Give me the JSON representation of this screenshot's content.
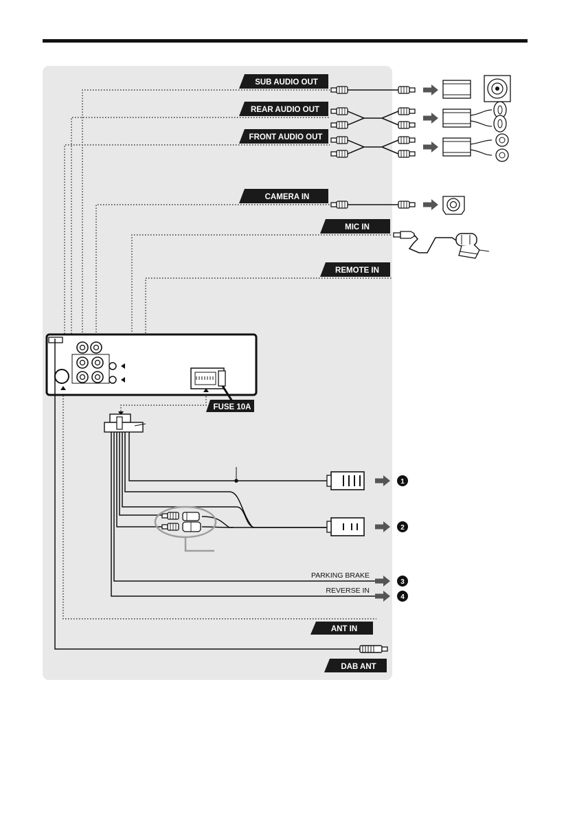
{
  "labels": {
    "sub_audio_out": "SUB AUDIO OUT",
    "rear_audio_out": "REAR AUDIO OUT",
    "front_audio_out": "FRONT AUDIO OUT",
    "camera_in": "CAMERA IN",
    "mic_in": "MIC IN",
    "remote_in": "REMOTE IN",
    "fuse": "FUSE 10A",
    "parking_brake": "PARKING BRAKE",
    "reverse_in": "REVERSE IN",
    "ant_in": "ANT IN",
    "dab_ant": "DAB ANT"
  },
  "callouts": [
    "1",
    "2",
    "3",
    "4"
  ],
  "colors": {
    "panel": "#e8e8e8",
    "tag": "#1a1a1a",
    "wire": "#1a1a1a",
    "arrow": "#555555",
    "highlight": "#9e9e9e"
  },
  "icons": [
    "subwoofer-amplifier-icon",
    "rear-amplifier-icon",
    "front-amplifier-icon",
    "camera-icon",
    "microphone-icon",
    "rca-plug-icon",
    "harness-connector-icon",
    "dab-antenna-plug-icon"
  ]
}
